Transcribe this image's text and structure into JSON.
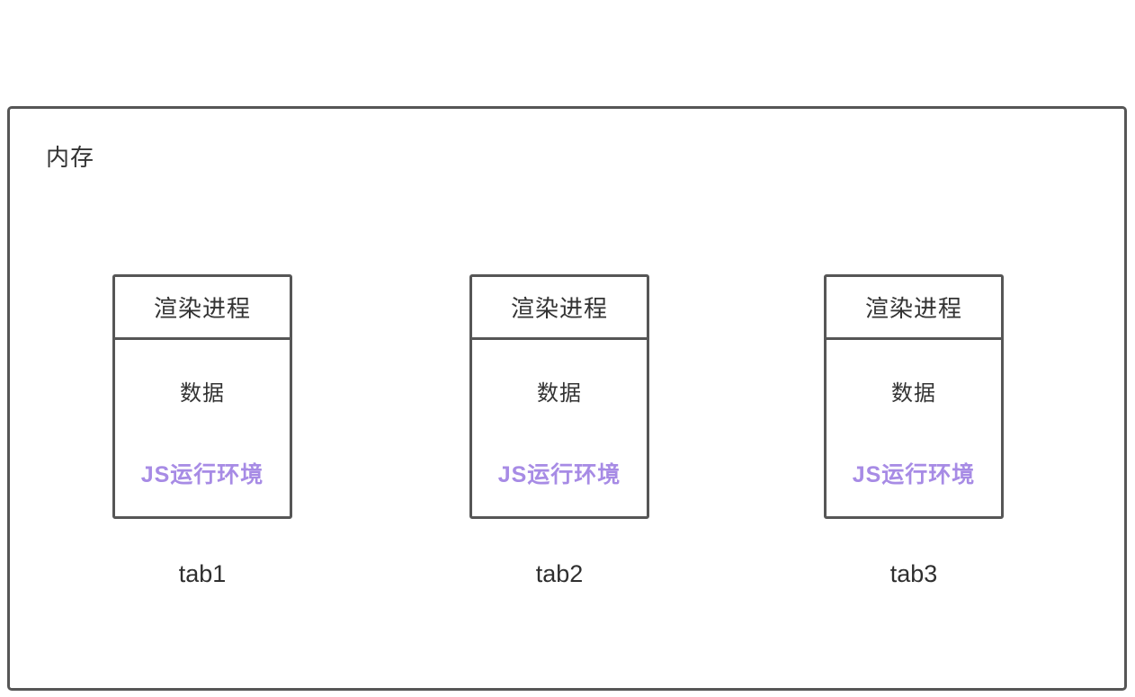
{
  "diagram": {
    "memory_label": "内存",
    "processes": [
      {
        "header": "渲染进程",
        "data_label": "数据",
        "js_env_label": "JS运行环境",
        "tab_label": "tab1"
      },
      {
        "header": "渲染进程",
        "data_label": "数据",
        "js_env_label": "JS运行环境",
        "tab_label": "tab2"
      },
      {
        "header": "渲染进程",
        "data_label": "数据",
        "js_env_label": "JS运行环境",
        "tab_label": "tab3"
      }
    ],
    "colors": {
      "border": "#565656",
      "text": "#333333",
      "js_env": "#a78be5",
      "tab_text": "#2f2f2f"
    }
  }
}
